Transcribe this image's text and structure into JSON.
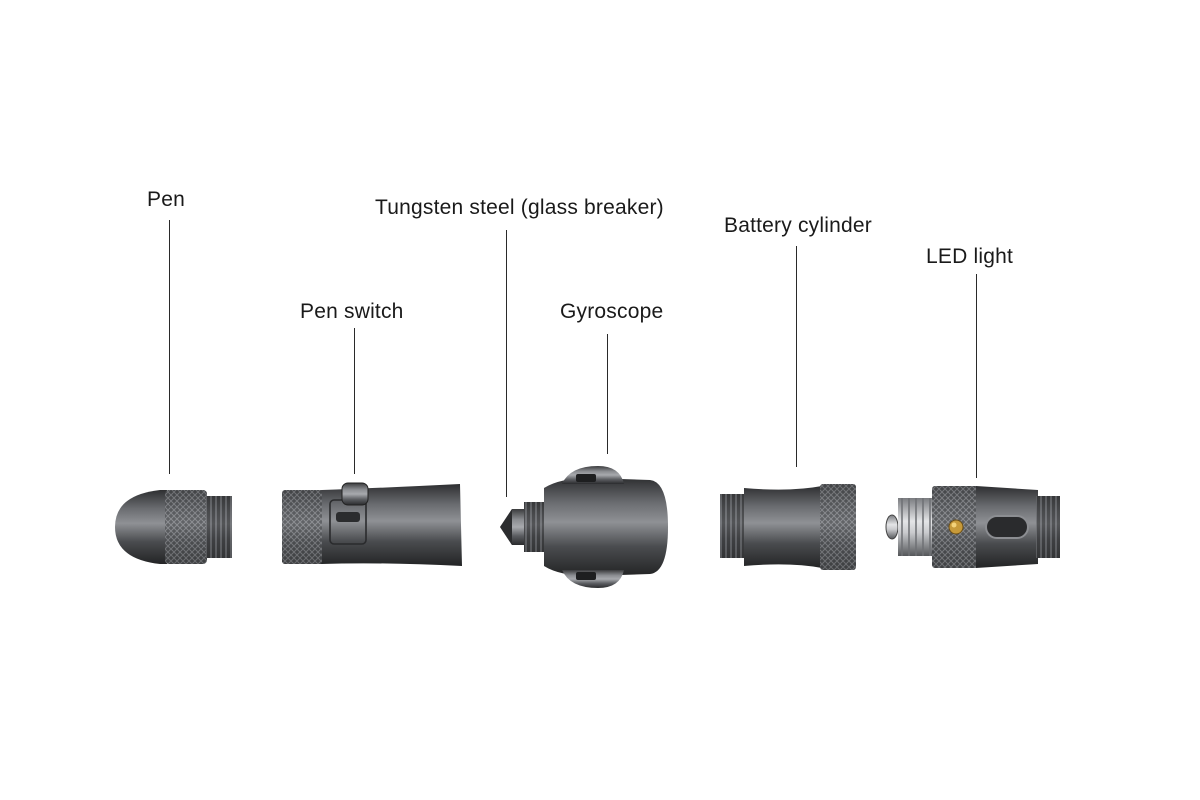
{
  "labels": {
    "pen": "Pen",
    "pen_switch": "Pen switch",
    "tungsten": "Tungsten steel (glass breaker)",
    "gyroscope": "Gyroscope",
    "battery": "Battery cylinder",
    "led": "LED light"
  },
  "colors": {
    "background": "#ffffff",
    "text": "#1a1a1a",
    "leader_line": "#2a2a2a",
    "metal_dark": "#3a3b3d",
    "metal_mid": "#5e6064",
    "metal_light": "#9a9ca0",
    "led_gold": "#c79a3a"
  }
}
